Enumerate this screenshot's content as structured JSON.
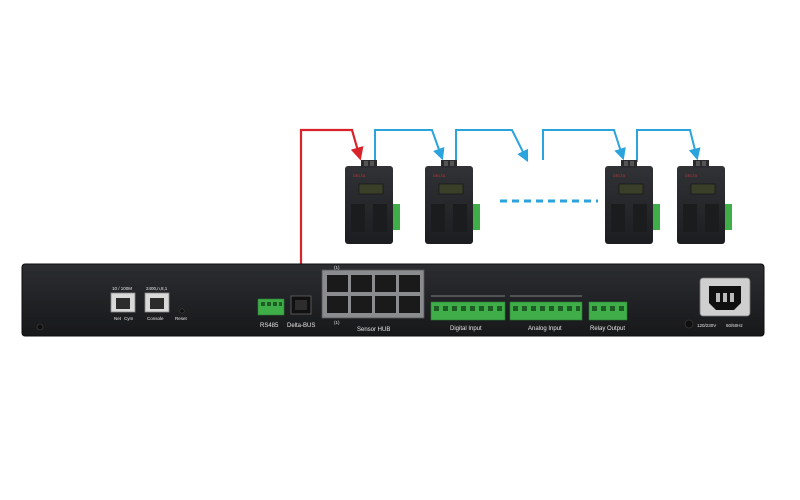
{
  "colors": {
    "primary_link": "#d8232a",
    "chain_link": "#2ba3dc",
    "chassis": "#1f2023",
    "terminal_green": "#3fae49",
    "module_body": "#25272a",
    "module_lcd": "#3a3f2a"
  },
  "sensor_modules": {
    "count_shown": 4,
    "gap_indicator": "dashed-ellipsis"
  },
  "chassis": {
    "lan_speed_label": "10 / 100M",
    "console_baud_label": "2400,n,8,1",
    "net_label": "Net",
    "cym_label": "Cym",
    "console_label": "Console",
    "reset_label": "Reset",
    "rs485_label": "RS485",
    "delta_bus_label": "Delta-BUS",
    "sensor_hub_label": "Sensor HUB",
    "sensor_hub_top_index": "(1)",
    "sensor_hub_bottom_index": "(1)",
    "digital_input_label": "Digital Input",
    "analog_input_label": "Analog Input",
    "relay_output_label": "Relay Output",
    "voltage_label": "120/230V",
    "frequency_label": "60/50Hz"
  }
}
